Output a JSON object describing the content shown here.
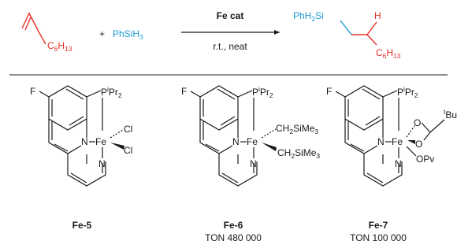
{
  "colors": {
    "red": "#e8302a",
    "blue": "#1c9ad6",
    "black": "#1a1a1a"
  },
  "reaction": {
    "alkene_substituent": {
      "main": "C",
      "sub": "6",
      "tail": "H",
      "tail_sub": "13"
    },
    "plus": "+",
    "silane": {
      "a": "PhSiH",
      "sub": "3"
    },
    "catalyst_label": "Fe cat",
    "conditions": "r.t., neat",
    "product_silyl": {
      "a": "PhH",
      "sub": "2",
      "b": "Si"
    },
    "product_h": "H",
    "product_chain": {
      "main": "C",
      "sub": "6",
      "tail": "H",
      "tail_sub": "13"
    }
  },
  "common_labels": {
    "fluorine": "F",
    "nitrogen": "N",
    "iron": "Fe",
    "phosphorus": "P",
    "ipr_sup": "i",
    "pr": "Pr",
    "pr_sub": "2"
  },
  "fe5": {
    "ligand_1": "Cl",
    "ligand_2": "Cl",
    "name": "Fe-5",
    "ton": ""
  },
  "fe6": {
    "ligand": {
      "a": "CH",
      "sub": "2",
      "b": "SiMe",
      "sub2": "3"
    },
    "name": "Fe-6",
    "ton": "TON 480 000"
  },
  "fe7": {
    "o_label": "O",
    "tbu_sup": "t",
    "tbu": "Bu",
    "opv": "OPv",
    "name": "Fe-7",
    "ton": "TON 100 000"
  }
}
